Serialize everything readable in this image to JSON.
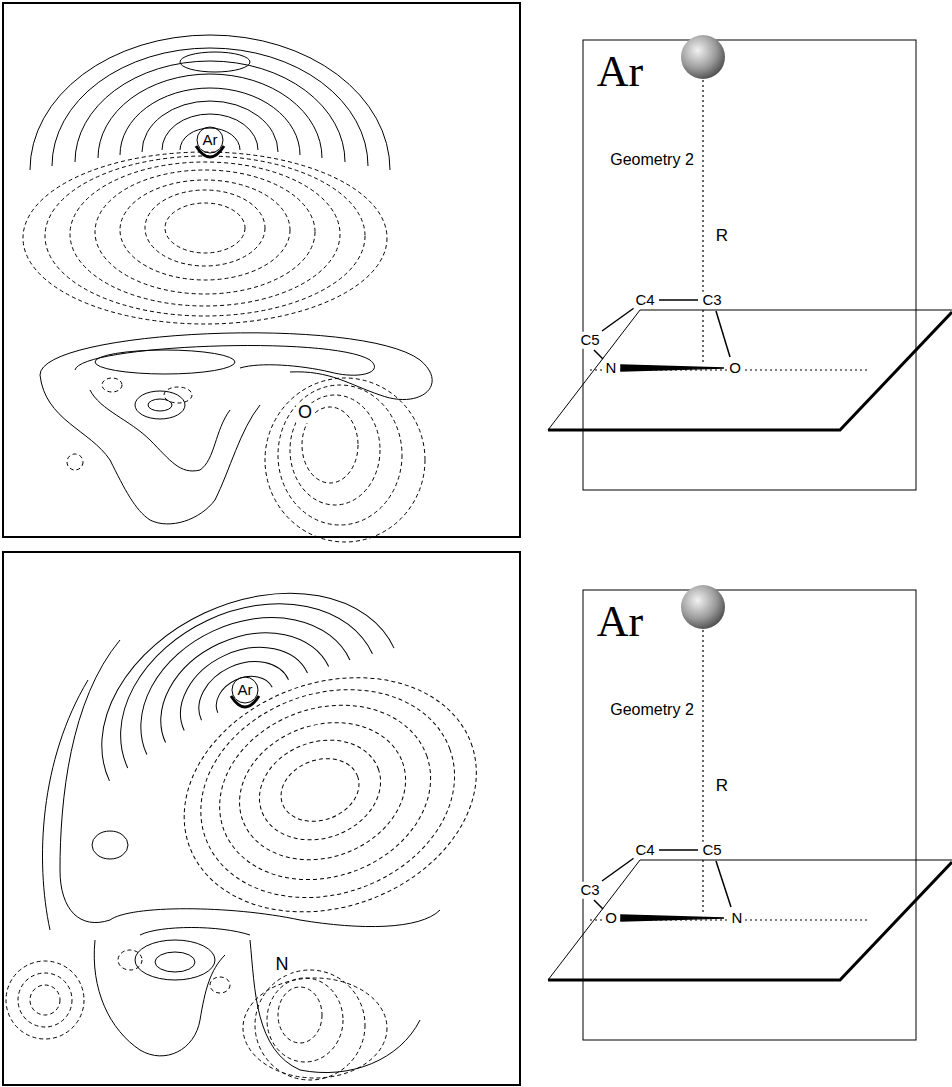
{
  "diagram": {
    "labels": [
      "Ar",
      "O",
      "Ar",
      "Geometry 2",
      "R",
      "C4",
      "C3",
      "C5",
      "N",
      "O",
      "Ar",
      "N",
      "Ar",
      "Geometry 2",
      "R",
      "C4",
      "C5",
      "C3",
      "O",
      "N"
    ]
  }
}
